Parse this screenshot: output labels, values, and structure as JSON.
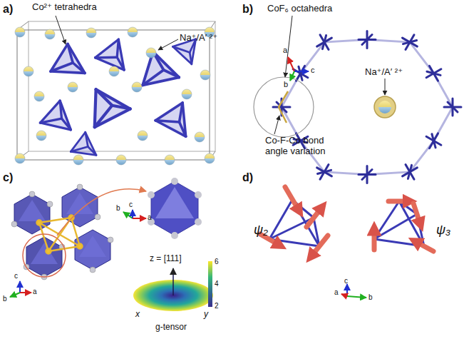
{
  "diagram": {
    "labels": [
      "a)",
      "Co²⁺ tetrahedra",
      "Na⁺/A′ ²⁺",
      "b)",
      "CoF₆ octahedra",
      "a",
      "b",
      "c",
      "Na⁺/A′ ²⁺",
      "Co-F-Co bond angle variation",
      "c)",
      "b",
      "c",
      "a",
      "c",
      "b",
      "a",
      "z = [111]",
      "x",
      "y",
      "g-tensor",
      "6",
      "4",
      "2",
      "d)",
      "ψ₂",
      "ψ₃",
      "c",
      "b",
      "a"
    ]
  }
}
